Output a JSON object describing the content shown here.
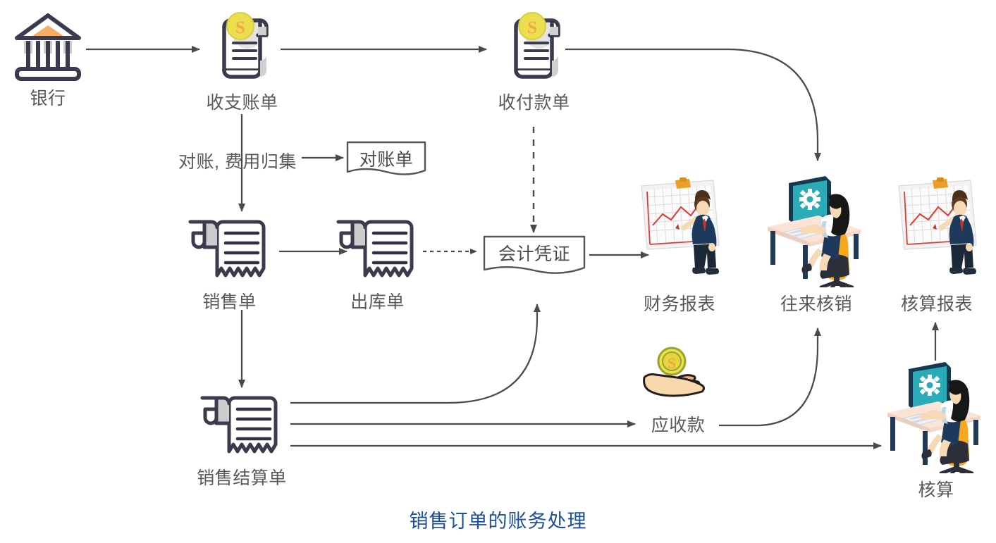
{
  "title": "销售订单的账务处理",
  "title_color": "#1a4fa0",
  "palette": {
    "line": "#4a4a4a",
    "label_text": "#595959",
    "icon_outline": "#3a3c4e",
    "coin_yellow": "#ecdf4f",
    "coin_symbol": "#f0a84a",
    "orange": "#f5ae63",
    "chair_orange": "#f8a81f",
    "desk_pink": "#f7ded0",
    "screen_teal": "#2aacb8",
    "suit_navy": "#1d3a5c",
    "skin": "#f7d9b5",
    "gray_fill": "#cccccc"
  },
  "nodes": [
    {
      "id": "bank",
      "label": "银行",
      "icon": "bank-icon"
    },
    {
      "id": "income-statement",
      "label": "收支账单",
      "icon": "money-scroll-icon"
    },
    {
      "id": "payment-receipt",
      "label": "收付款单",
      "icon": "money-scroll-icon"
    },
    {
      "id": "sales-order",
      "label": "销售单",
      "icon": "receipt-icon"
    },
    {
      "id": "delivery-order",
      "label": "出库单",
      "icon": "receipt-icon"
    },
    {
      "id": "financial-report",
      "label": "财务报表",
      "icon": "person-presenting-chart-icon"
    },
    {
      "id": "reconcile-person",
      "label": "往来核销",
      "icon": "person-at-desk-icon"
    },
    {
      "id": "accounting-report",
      "label": "核算报表",
      "icon": "person-presenting-chart-icon"
    },
    {
      "id": "sales-settlement",
      "label": "销售结算单",
      "icon": "receipt-icon"
    },
    {
      "id": "receivables",
      "label": "应收款",
      "icon": "hand-coin-icon"
    },
    {
      "id": "accounting",
      "label": "核算",
      "icon": "person-at-desk-icon"
    }
  ],
  "doc_boxes": [
    {
      "id": "reconciliation-statement",
      "label": "对账单"
    },
    {
      "id": "accounting-voucher",
      "label": "会计凭证"
    }
  ],
  "edge_labels": [
    {
      "id": "reconcile-expense",
      "label": "对账, 费用归集"
    }
  ],
  "edges": [
    {
      "from": "bank",
      "to": "income-statement",
      "style": "solid",
      "direction": "right"
    },
    {
      "from": "income-statement",
      "to": "payment-receipt",
      "style": "solid",
      "direction": "right"
    },
    {
      "from": "payment-receipt",
      "to": "reconcile-person",
      "style": "solid",
      "direction": "curve-down"
    },
    {
      "from": "income-statement",
      "to": "sales-order",
      "style": "solid",
      "direction": "down"
    },
    {
      "from": "reconcile-expense",
      "to": "reconciliation-statement",
      "style": "solid",
      "direction": "right"
    },
    {
      "from": "payment-receipt",
      "to": "accounting-voucher",
      "style": "dashed",
      "direction": "down"
    },
    {
      "from": "sales-order",
      "to": "delivery-order",
      "style": "solid",
      "direction": "right"
    },
    {
      "from": "delivery-order",
      "to": "accounting-voucher",
      "style": "dotted",
      "direction": "right"
    },
    {
      "from": "accounting-voucher",
      "to": "financial-report",
      "style": "solid",
      "direction": "right"
    },
    {
      "from": "sales-order",
      "to": "sales-settlement",
      "style": "solid",
      "direction": "down"
    },
    {
      "from": "sales-settlement",
      "to": "accounting-voucher",
      "style": "solid",
      "direction": "curve-up"
    },
    {
      "from": "sales-settlement",
      "to": "receivables",
      "style": "solid",
      "direction": "right"
    },
    {
      "from": "sales-settlement",
      "to": "accounting",
      "style": "solid",
      "direction": "right"
    },
    {
      "from": "receivables",
      "to": "reconcile-person",
      "style": "solid",
      "direction": "curve-up"
    },
    {
      "from": "accounting",
      "to": "accounting-report",
      "style": "solid",
      "direction": "up"
    }
  ]
}
